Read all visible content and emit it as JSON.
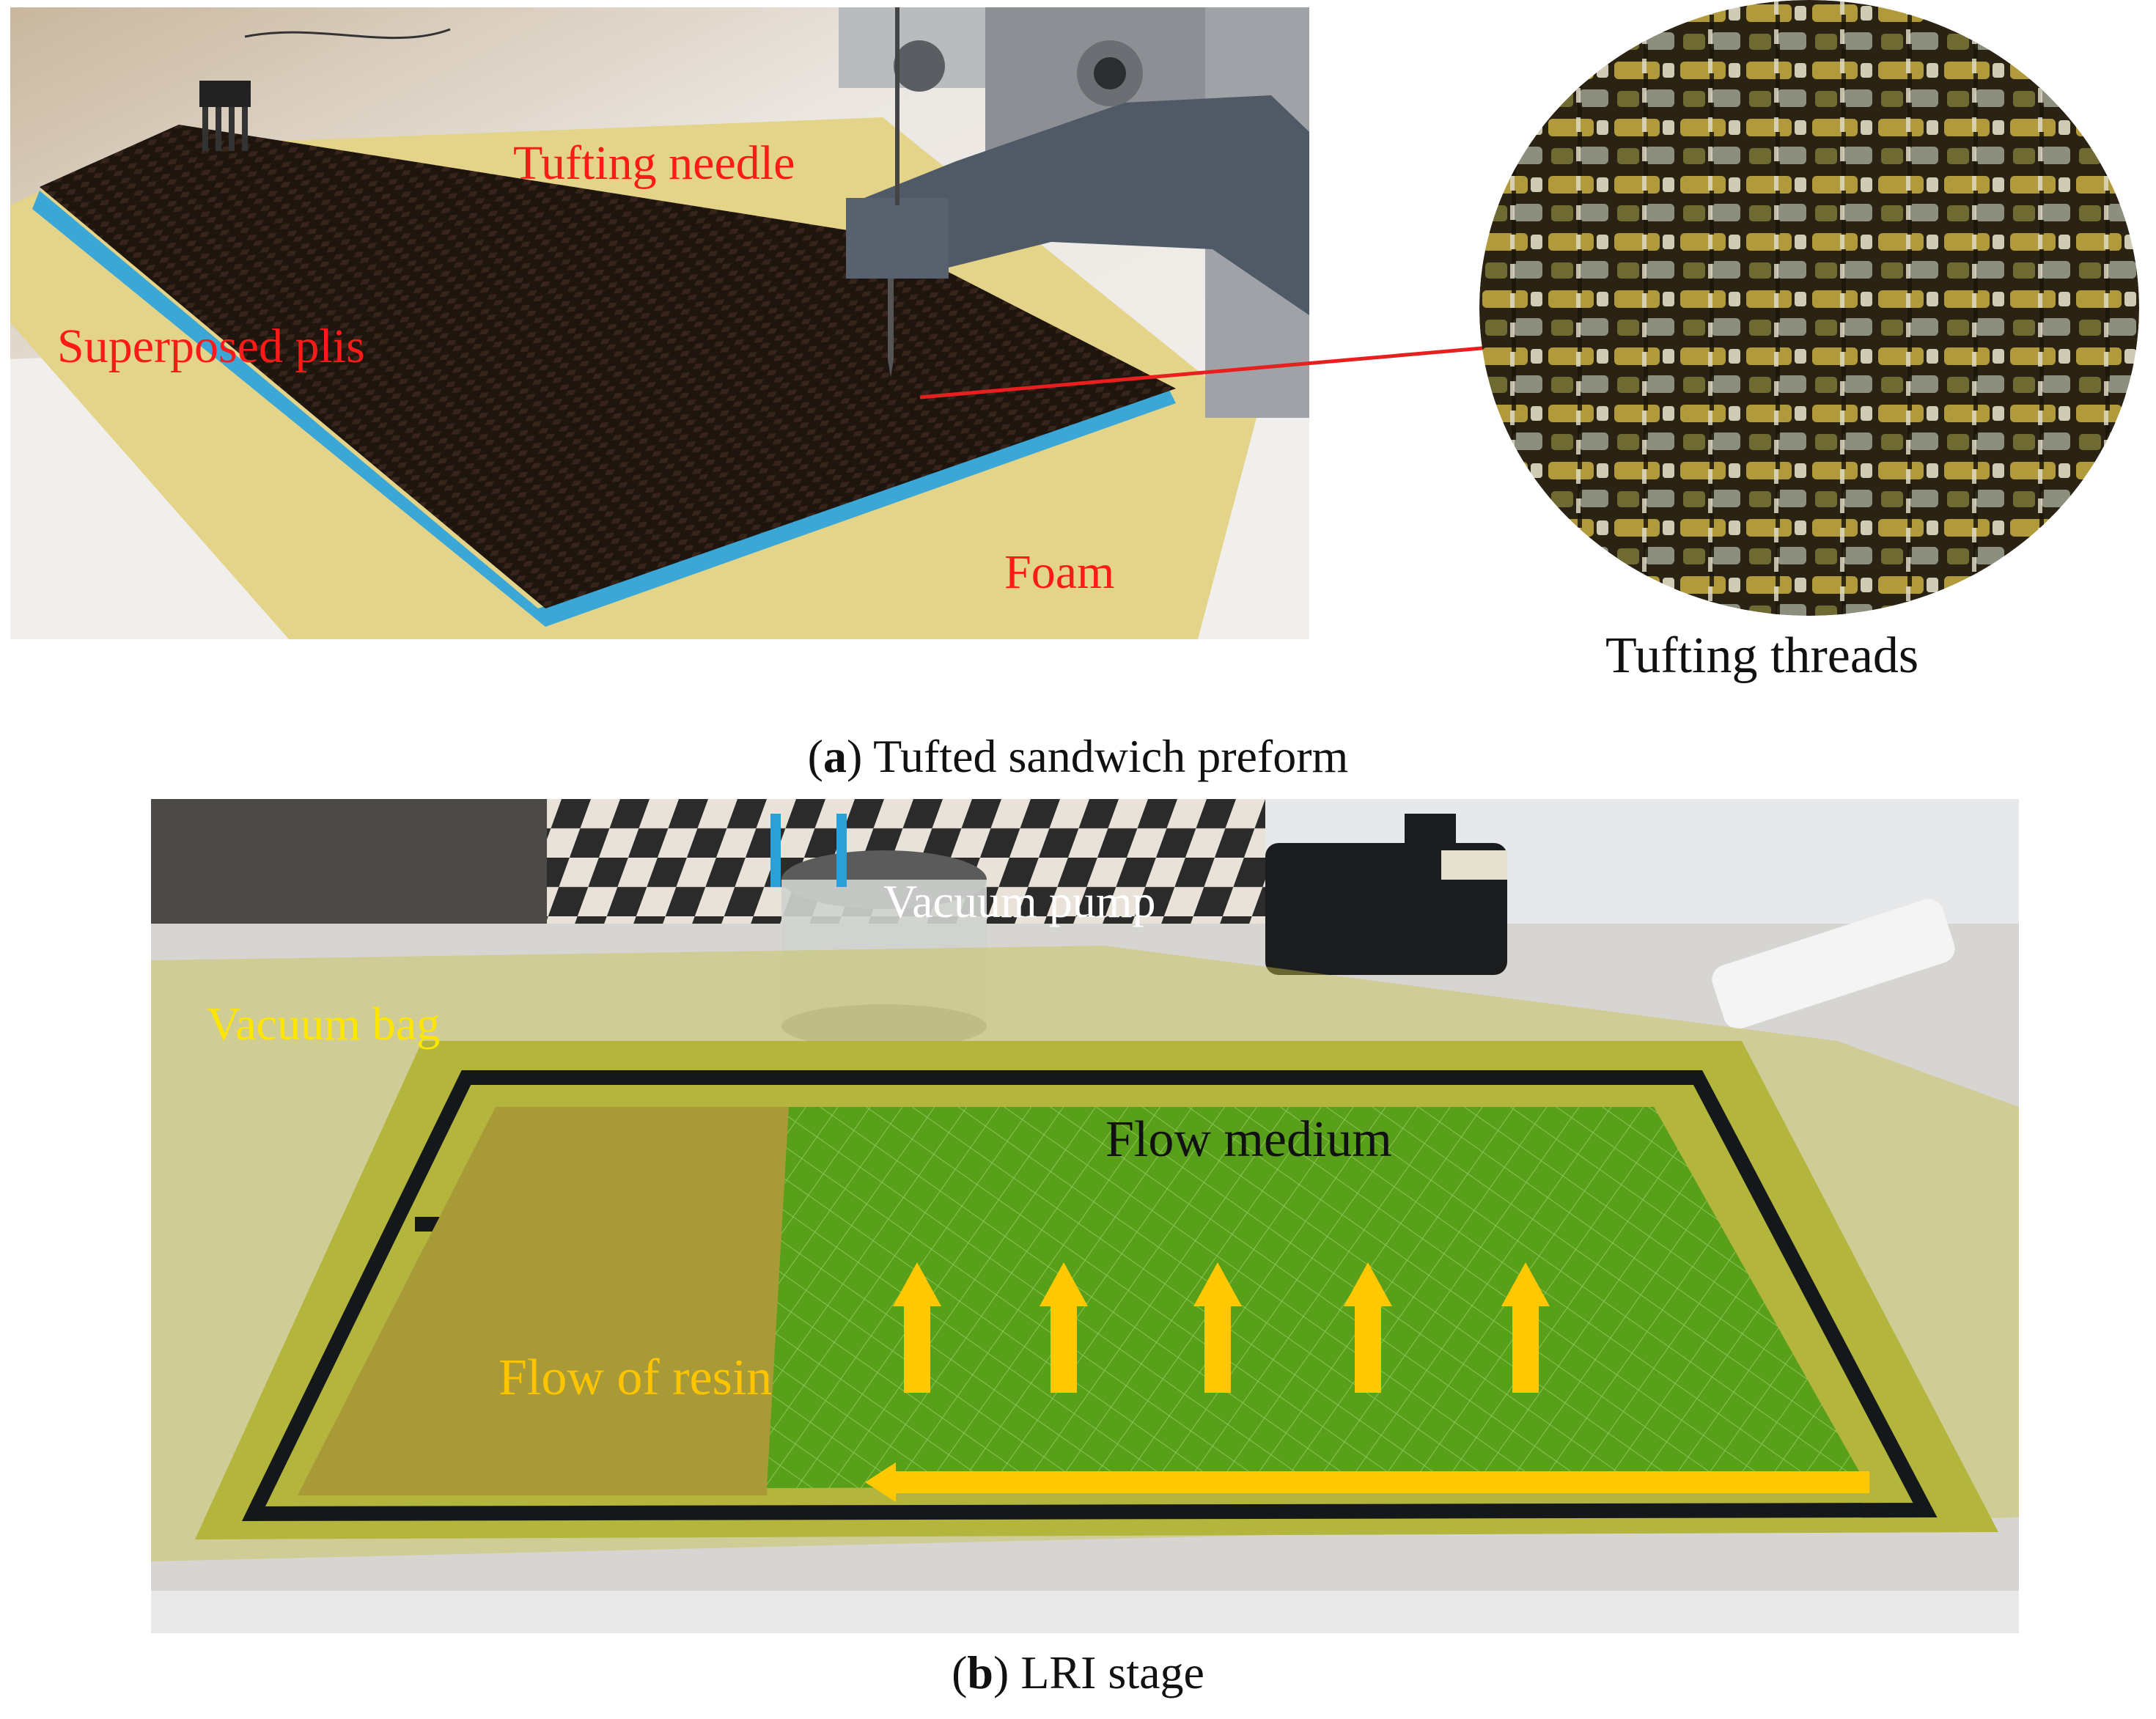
{
  "panel_a": {
    "labels": {
      "tufting_needle": "Tufting needle",
      "superposed_plies": "Superposed plis",
      "foam": "Foam"
    },
    "zoom_caption": "Tufting threads",
    "caption_letter": "a",
    "caption_text": " Tufted sandwich preform"
  },
  "panel_b": {
    "labels": {
      "vacuum_pump": "Vacuum pump",
      "vacuum_bag": "Vacuum bag",
      "flow_medium": "Flow medium",
      "flow_of_resin": "Flow of resin"
    },
    "caption_letter": "b",
    "caption_text": " LRI stage"
  },
  "colors": {
    "label_red": "#ff1a1a",
    "label_yellow": "#ffe600",
    "label_orange": "#ffc400",
    "arrow_yellow": "#ffc800",
    "pointer_red": "#e81f1f"
  }
}
